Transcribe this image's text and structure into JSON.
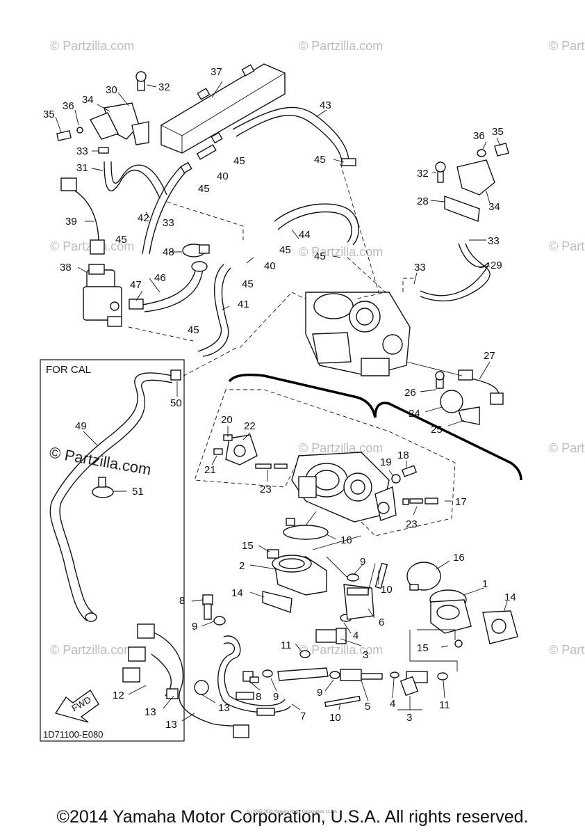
{
  "diagram": {
    "callouts": {
      "p1": "1",
      "p2": "2",
      "p3a": "3",
      "p3b": "3",
      "p4a": "4",
      "p4b": "4",
      "p5": "5",
      "p6": "6",
      "p7": "7",
      "p8a": "8",
      "p8b": "8",
      "p9a": "9",
      "p9b": "9",
      "p9c": "9",
      "p9d": "9",
      "p10a": "10",
      "p10b": "10",
      "p11a": "11",
      "p11b": "11",
      "p12": "12",
      "p13a": "13",
      "p13b": "13",
      "p13c": "13",
      "p14a": "14",
      "p14b": "14",
      "p15a": "15",
      "p15b": "15",
      "p16a": "16",
      "p16b": "16",
      "p17": "17",
      "p18": "18",
      "p19": "19",
      "p20": "20",
      "p21": "21",
      "p22": "22",
      "p23a": "23",
      "p23b": "23",
      "p24": "24",
      "p25": "25",
      "p26": "26",
      "p27": "27",
      "p28": "28",
      "p29": "29",
      "p30": "30",
      "p31": "31",
      "p32a": "32",
      "p32b": "32",
      "p33a": "33",
      "p33b": "33",
      "p33c": "33",
      "p33d": "33",
      "p34a": "34",
      "p34b": "34",
      "p35a": "35",
      "p35b": "35",
      "p36a": "36",
      "p36b": "36",
      "p37": "37",
      "p38": "38",
      "p39": "39",
      "p40a": "40",
      "p40b": "40",
      "p41": "41",
      "p42": "42",
      "p43": "43",
      "p44": "44",
      "p45a": "45",
      "p45b": "45",
      "p45c": "45",
      "p45d": "45",
      "p45e": "45",
      "p45f": "45",
      "p45g": "45",
      "p45h": "45",
      "p46": "46",
      "p47": "47",
      "p48": "48",
      "p49": "49",
      "p50": "50",
      "p51": "51"
    },
    "inset_label": "FOR CAL",
    "fwd_label": "FWD",
    "diagram_code": "1D71100-E080",
    "watermark_inset": "© Partzilla.com",
    "watermark_faint": "© Partzilla.com"
  },
  "footer": {
    "copyright": "©2014 Yamaha Motor Corporation, U.S.A. All rights reserved.",
    "small_print": "(c) 2005-2016 Yamaha Motor Corporation, U.S.A."
  }
}
